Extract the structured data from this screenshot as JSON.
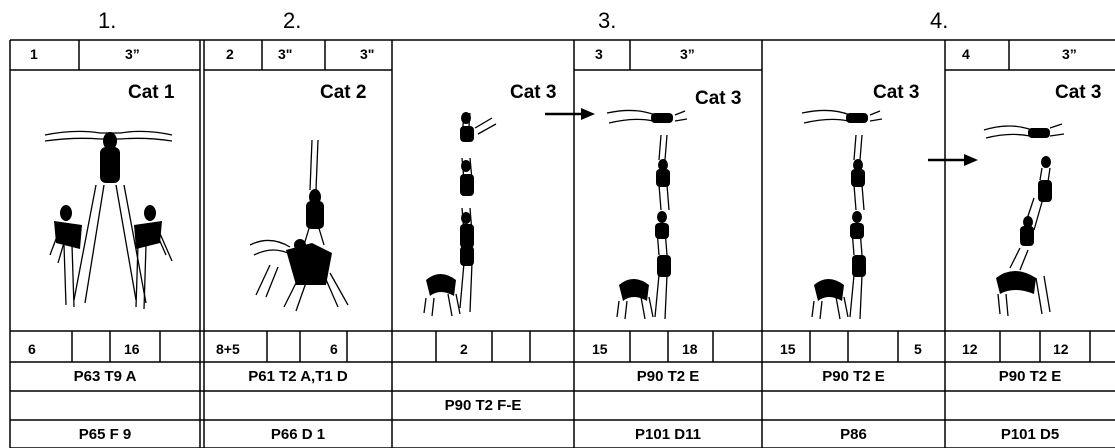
{
  "section_numbers": [
    "1.",
    "2.",
    "3.",
    "4."
  ],
  "boxes": [
    {
      "header": [
        "1",
        "3”"
      ],
      "cat": "Cat 1",
      "counts": [
        "6",
        "16"
      ]
    },
    {
      "header": [
        "2",
        "3\"",
        "3\""
      ],
      "cat": "Cat 2",
      "counts": [
        "8+5",
        "6"
      ]
    },
    {
      "header": [],
      "cat": "Cat 3",
      "counts": [
        "2"
      ]
    },
    {
      "header": [
        "3",
        "3”"
      ],
      "cat": "Cat 3",
      "counts": [
        "15",
        "18"
      ]
    },
    {
      "header": [],
      "cat": "Cat 3",
      "counts": [
        "15",
        "5"
      ]
    },
    {
      "header": [
        "4",
        "3”"
      ],
      "cat": "Cat 3",
      "counts": [
        "12",
        "12"
      ]
    }
  ],
  "refs_row1": [
    "P63 T9 A",
    "P61 T2 A,T1 D",
    "",
    "P90 T2 E",
    "P90 T2 E",
    "P90 T2 E"
  ],
  "refs_row2": [
    "",
    "",
    "P90 T2 F-E",
    "",
    "",
    ""
  ],
  "refs_row3": [
    "P65 F 9",
    "P66 D 1",
    "",
    "P101 D11",
    "P86",
    "P101 D5"
  ],
  "icons": {
    "arrow": "right-arrow-icon"
  }
}
